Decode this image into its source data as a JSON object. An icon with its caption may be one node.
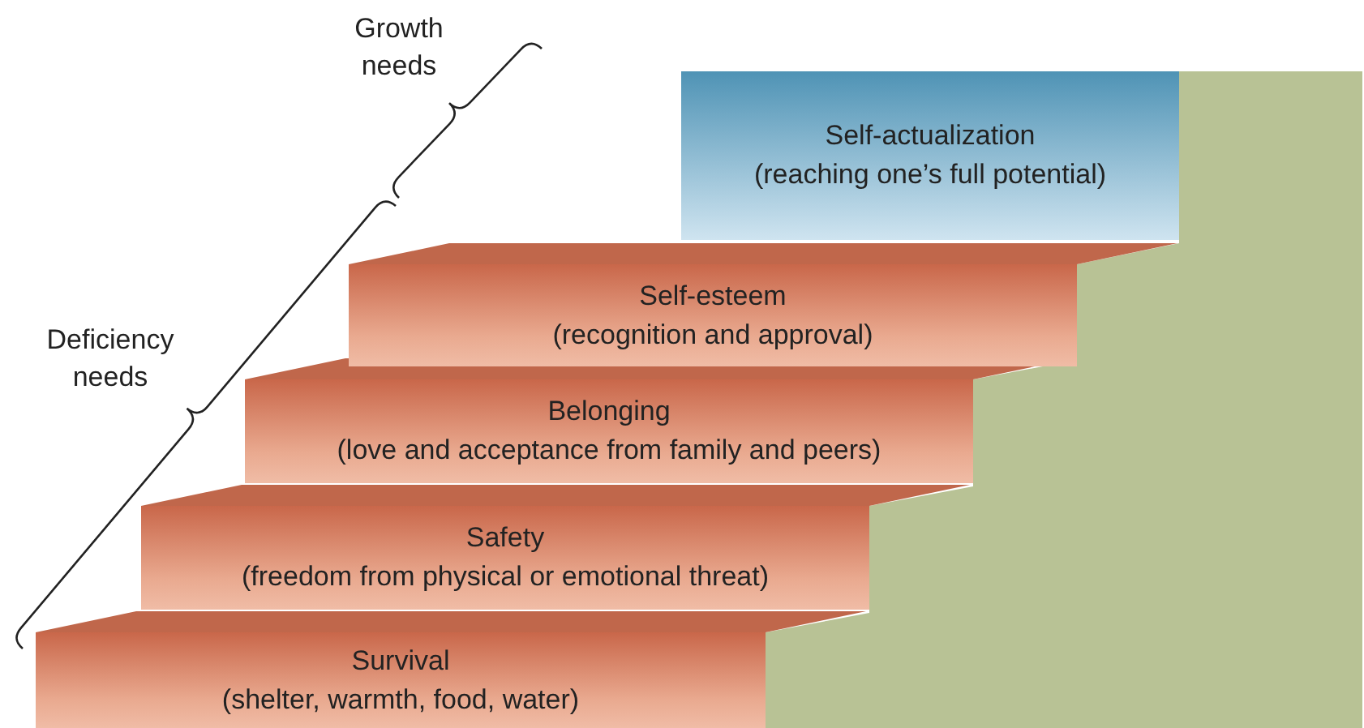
{
  "diagram": {
    "nodes": [
      {
        "text": [
          "Self-actualization",
          "(reaching one’s full potential)"
        ]
      },
      {
        "text": [
          "Self-esteem",
          "(recognition and approval)"
        ]
      },
      {
        "text": [
          "Belonging",
          "(love and acceptance from family and peers)"
        ]
      },
      {
        "text": [
          "Safety",
          "(freedom from physical or emotional threat)"
        ]
      },
      {
        "text": [
          "Survival",
          "(shelter, warmth, food, water)"
        ]
      }
    ],
    "labels": [
      "Growth needs",
      "Deficiency needs"
    ]
  }
}
